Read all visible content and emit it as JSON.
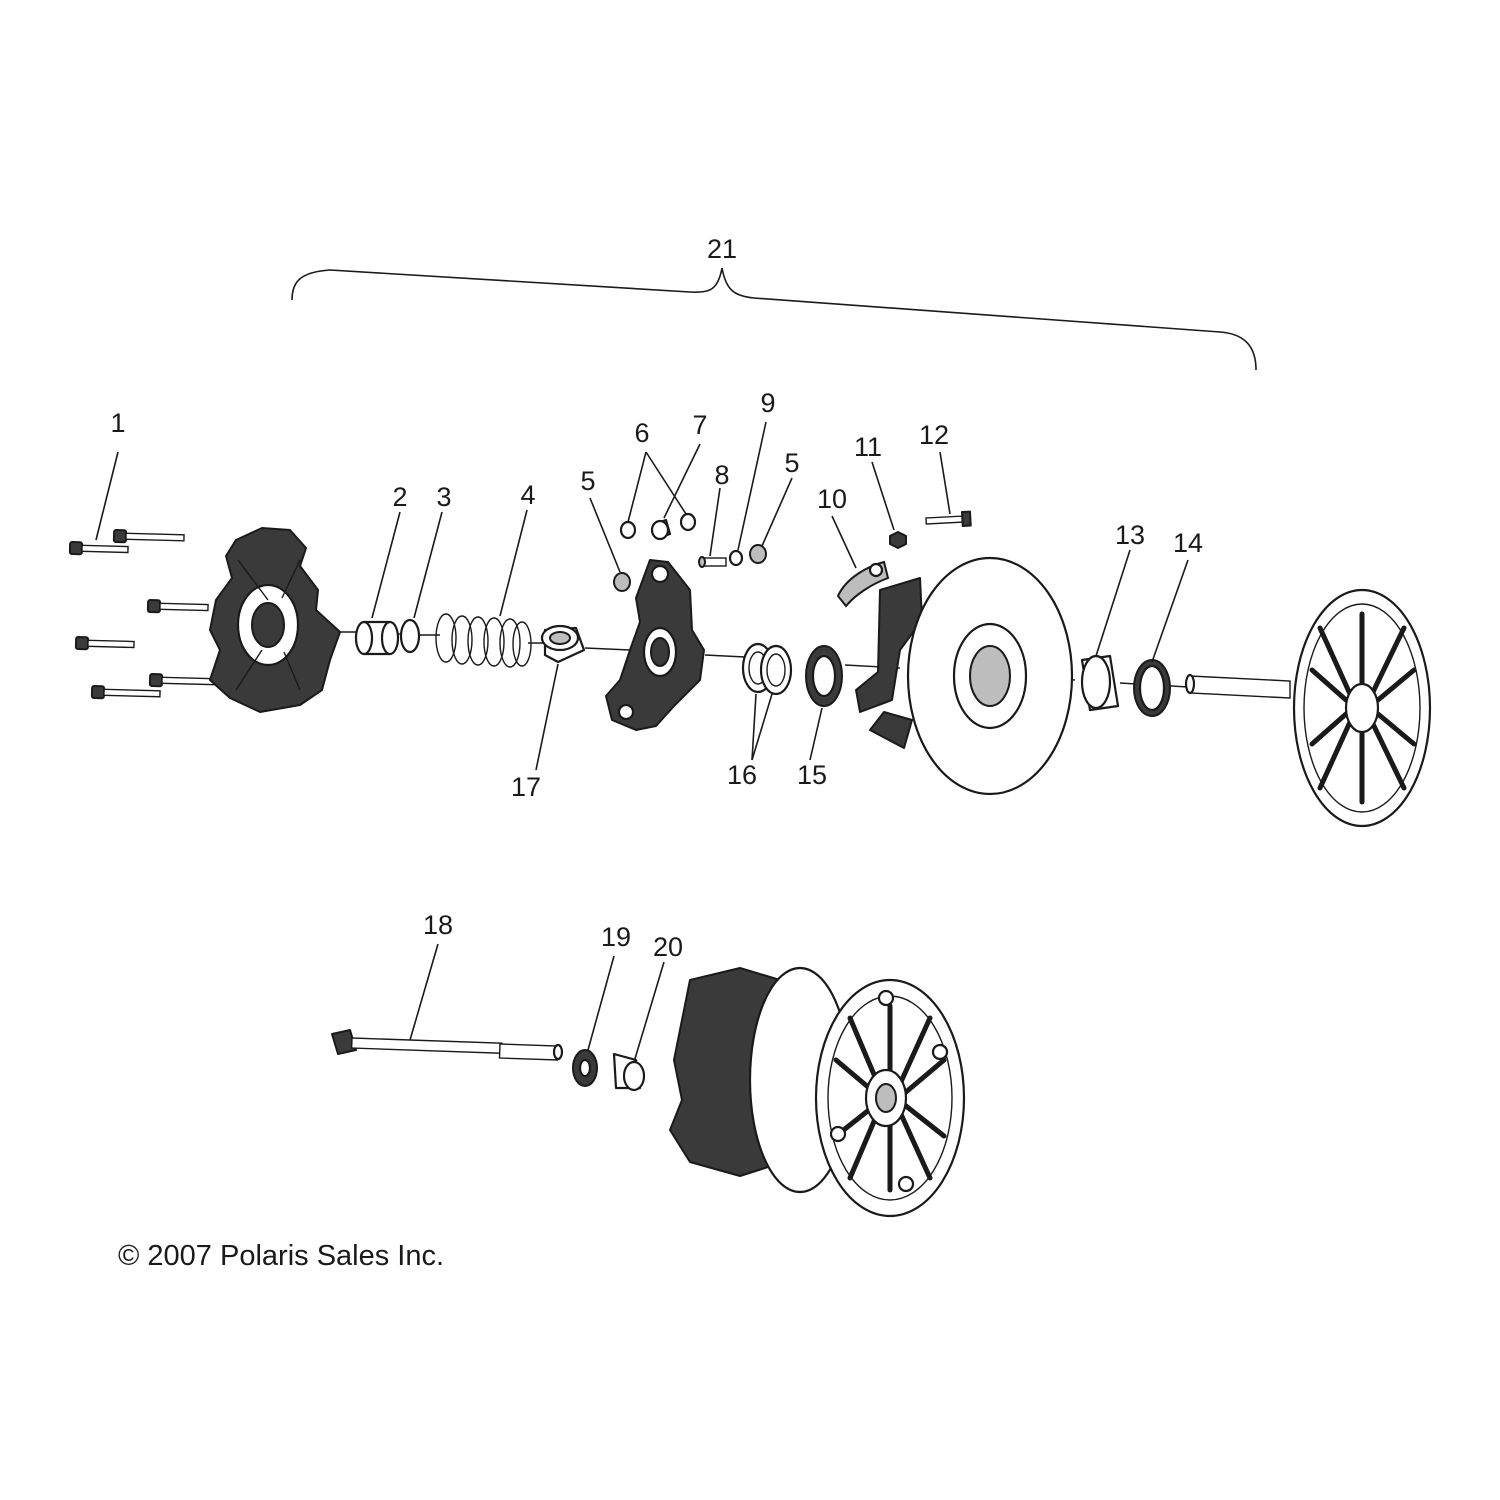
{
  "diagram": {
    "assembly_label": "21",
    "labels": {
      "c1": "1",
      "c2": "2",
      "c3": "3",
      "c4": "4",
      "c5a": "5",
      "c6": "6",
      "c7": "7",
      "c8": "8",
      "c9": "9",
      "c5b": "5",
      "c10": "10",
      "c11": "11",
      "c12": "12",
      "c13": "13",
      "c14": "14",
      "c15": "15",
      "c16": "16",
      "c17": "17",
      "c18": "18",
      "c19": "19",
      "c20": "20"
    }
  },
  "copyright": "© 2007 Polaris Sales Inc."
}
